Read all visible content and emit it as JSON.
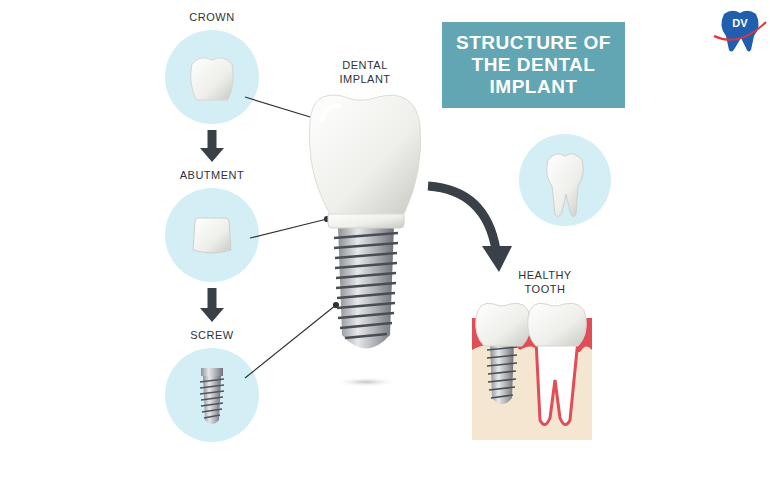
{
  "diagram": {
    "title": "STRUCTURE OF THE DENTAL IMPLANT",
    "nodes": [
      {
        "text": [
          "CROWN"
        ]
      },
      {
        "text": [
          "ABUTMENT"
        ]
      },
      {
        "text": [
          "SCREW"
        ]
      }
    ],
    "edges": [
      {
        "from": 0,
        "to": 1,
        "arrow": "to"
      },
      {
        "from": 1,
        "to": 2,
        "arrow": "to"
      }
    ],
    "labels": [
      "DENTAL IMPLANT",
      "HEALTHY TOOTH",
      "DV"
    ]
  }
}
